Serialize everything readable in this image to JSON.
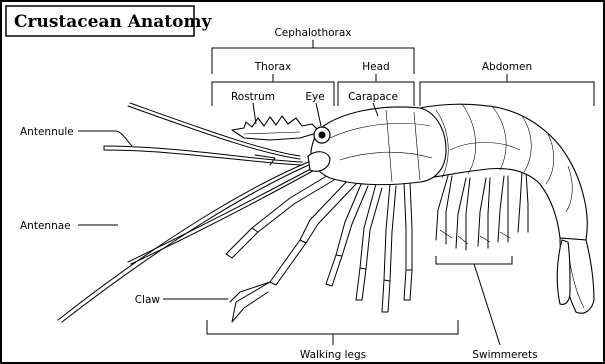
{
  "title": "Crustacean Anatomy",
  "labels": {
    "cephalothorax": "Cephalothorax",
    "thorax": "Thorax",
    "head": "Head",
    "abdomen": "Abdomen",
    "rostrum": "Rostrum",
    "eye": "Eye",
    "carapace": "Carapace",
    "antennule": "Antennule",
    "antennae": "Antennae",
    "claw": "Claw",
    "walking_legs": "Walking legs",
    "swimmerets": "Swimmerets"
  }
}
